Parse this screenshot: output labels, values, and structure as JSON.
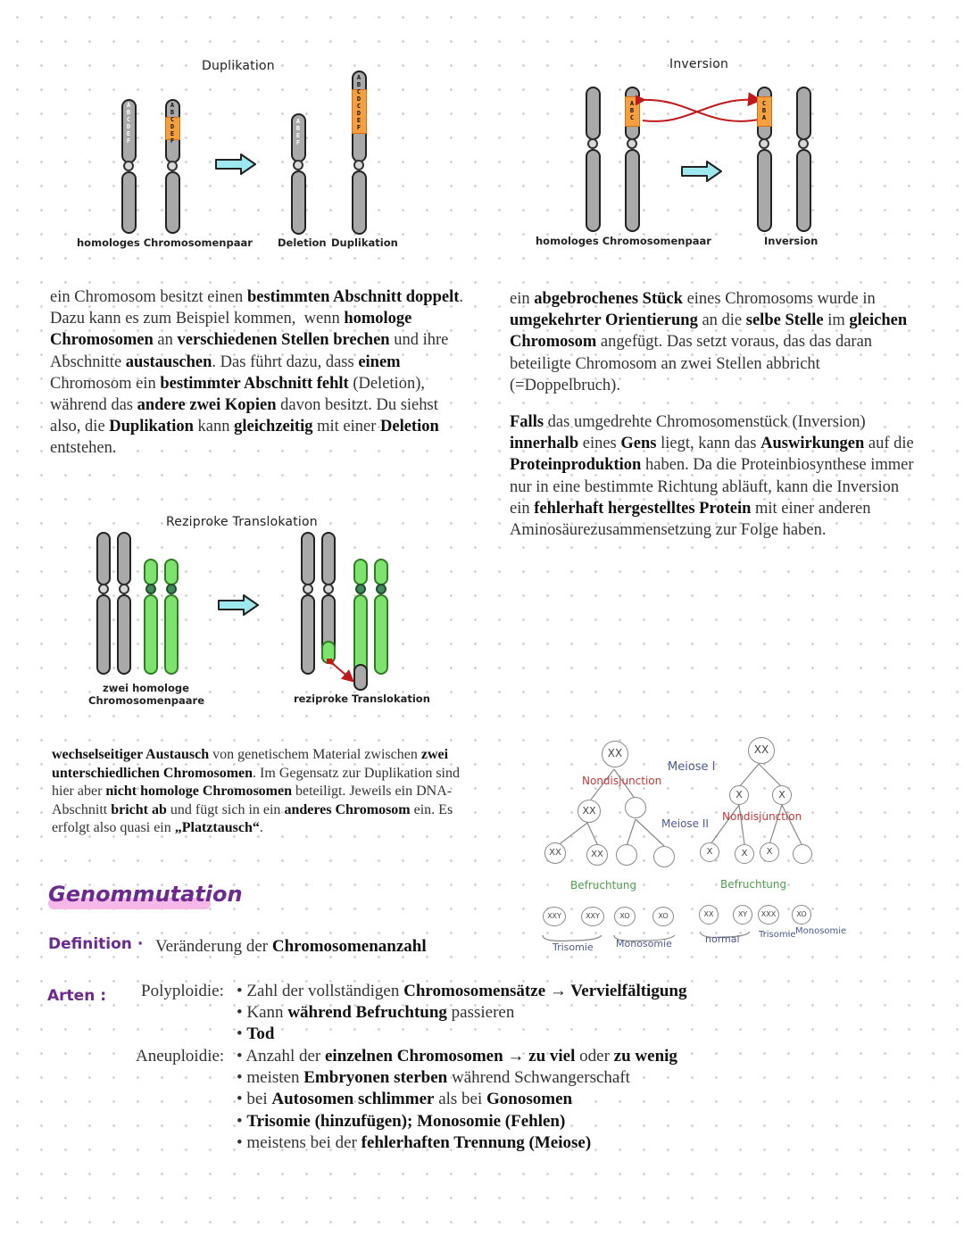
{
  "duplikation": {
    "title": "Duplikation",
    "label_pair": "homologes Chromosomenpaar",
    "label_deletion": "Deletion",
    "label_duplikation": "Duplikation",
    "letters_1": [
      "A",
      "B",
      "C",
      "D",
      "E",
      "F"
    ],
    "letters_2": [
      "A",
      "B",
      "C",
      "D",
      "E",
      "F"
    ],
    "letters_3": [
      "A",
      "B",
      "E",
      "F"
    ],
    "letters_4": [
      "A",
      "B",
      "C",
      "D",
      "C",
      "D",
      "E",
      "F"
    ],
    "paragraph_html": "ein Chromosom besitzt einen <b>bestimmten Abschnitt doppelt</b>. Dazu kann es zum Beispiel kommen,&nbsp; wenn <b>homologe Chromosomen</b> an <b>verschiedenen Stellen brechen</b> und ihre Abschnitte <b>austauschen</b>. Das führt dazu, dass <b>einem</b> Chromosom ein <b>bestimmter Abschnitt fehlt</b> (Deletion), während das <b>andere zwei Kopien</b> davon besitzt. Du siehst also, die <b>Duplikation</b> kann <b>gleichzeitig</b> mit einer <b>Deletion</b> entstehen."
  },
  "inversion": {
    "title": "Inversion",
    "label_pair": "homologes Chromosomenpaar",
    "label_inversion": "Inversion",
    "letters_left": [
      "A",
      "B",
      "C"
    ],
    "letters_right": [
      "C",
      "B",
      "A"
    ],
    "paragraph1_html": "ein <b>abgebrochenes Stück</b> eines Chromosoms wurde in <b>umgekehrter Orientierung</b> an die <b>selbe Stelle</b> im <b>gleichen Chromosom</b> angefügt. Das setzt voraus, das das daran beteiligte Chromosom an zwei Stellen abbricht (=Doppelbruch).",
    "paragraph2_html": "<b>Falls</b> das umgedrehte Chromosomenstück (Inversion) <b>innerhalb</b> eines <b>Gens</b> liegt, kann das <b>Auswirkungen</b> auf die <b>Proteinproduktion</b> haben. Da die Proteinbiosynthese immer nur in eine bestimmte Richtung abläuft, kann die Inversion ein <b>fehlerhaft hergestelltes Protein</b> mit einer anderen Aminosäurezusammensetzung zur Folge haben."
  },
  "translokation": {
    "title": "Reziproke Translokation",
    "label_left_1": "zwei homologe",
    "label_left_2": "Chromosomenpaare",
    "label_right": "reziproke Translokation",
    "paragraph_html": "<b>wechselseitiger Austausch</b> von genetischem Material zwischen <b>zwei unterschiedlichen Chromosomen</b>. Im Gegensatz zur Duplikation sind hier aber <b>nicht homologe Chromosomen</b> beteiligt. Jeweils ein DNA-Abschnitt <b>bricht ab</b> und fügt sich in ein <b>anderes Chromosom</b> ein. Es erfolgt also quasi ein <b>„Platztausch“</b>."
  },
  "meiose": {
    "meiose1": "Meiose I",
    "meiose2": "Meiose II",
    "nondisjunction": "Nondisjunction",
    "befruchtung": "Befruchtung",
    "trisomie": "Trisomie",
    "monosomie": "Monosomie",
    "normal": "normal",
    "monosomie_small": "Monosomie",
    "xx": "XX",
    "x": "X",
    "zyg_xxy": "XXY",
    "zyg_xy": "XY",
    "zyg_xo": "XO",
    "zyg_xxx": "XXX"
  },
  "genommutation": {
    "heading": "Genommutation",
    "definition_label": "Definition ·",
    "definition_html": "Veränderung der <b>Chromosomenanzahl</b>",
    "arten_label": "Arten :",
    "polyploidie_label": "Polyploidie:",
    "polyploidie_items": [
      "Zahl der vollständigen <b>Chromosomensätze → Vervielfältigung</b>",
      "Kann <b>während Befruchtung</b> passieren",
      "<b>Tod</b>"
    ],
    "aneuploidie_label": "Aneuploidie:",
    "aneuploidie_items": [
      "Anzahl der <b>einzelnen Chromosomen → zu viel</b> oder <b>zu wenig</b>",
      "meisten <b>Embryonen sterben</b> während Schwangerschaft",
      "bei <b>Autosomen schlimmer</b> als bei <b>Gonosomen</b>",
      "<b>Trisomie (hinzufügen); Monosomie (Fehlen)</b>",
      "meistens bei der <b>fehlerhaften Trennung (Meiose)</b>"
    ]
  },
  "colors": {
    "gray_chromosome": "#a9a9a9",
    "green_chromosome": "#7ee36e",
    "orange_segment": "#f5a040",
    "arrow_fill": "#9ee8f0",
    "red_arrow": "#c0181b",
    "heading_purple": "#6a2a8e",
    "highlight_pink": "#f6b8e8",
    "nondisjunction_red": "#c03a3a",
    "meiose_blue": "#4a5a8e",
    "befruchtung_green": "#4f9e4f"
  }
}
